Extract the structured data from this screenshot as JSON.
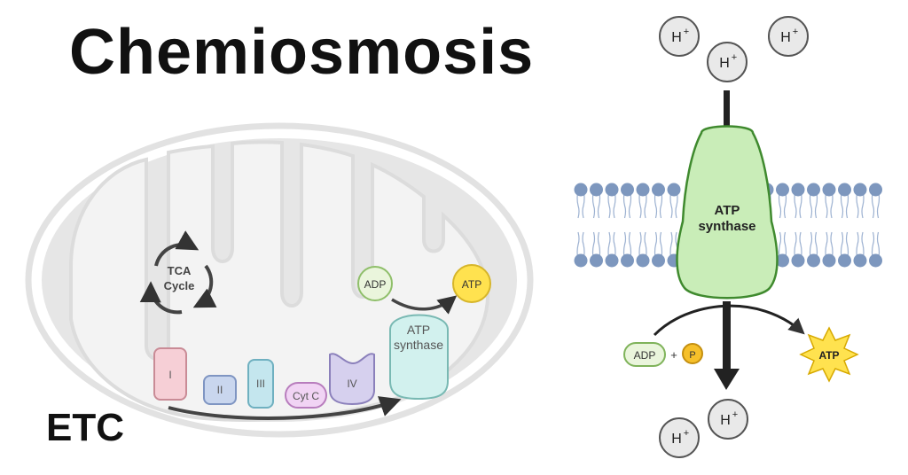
{
  "title": "Chemiosmosis",
  "etc_label": "ETC",
  "mito": {
    "tca_line1": "TCA",
    "tca_line2": "Cycle",
    "adp": "ADP",
    "atp": "ATP",
    "synthase_line1": "ATP",
    "synthase_line2": "synthase",
    "complex_1": "I",
    "complex_2": "II",
    "complex_3": "III",
    "cyt_c": "Cyt C",
    "complex_4": "IV"
  },
  "membrane": {
    "synthase_line1": "ATP",
    "synthase_line2": "synthase",
    "adp": "ADP",
    "plus": "+",
    "phosphate": "P",
    "atp": "ATP",
    "proton": "H",
    "proton_charge": "+"
  },
  "colors": {
    "synthase_fill": "#c9edb8",
    "synthase_stroke": "#3f8a2e",
    "lipid_head": "#7d97be",
    "atp_yellow": "#ffe24f",
    "phosphate": "#f6c02a",
    "adp_fill": "#eaf5dc",
    "mito_outer": "#e4e4e4",
    "complex_1": "#f6cfd6",
    "complex_2": "#c9d6ee",
    "complex_3": "#c4e6ee",
    "cyt_c": "#f1d4f4",
    "complex_4": "#d6d0ee"
  }
}
